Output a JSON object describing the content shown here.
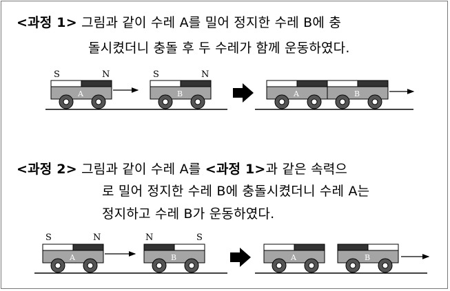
{
  "process1": {
    "label": "<과정 1>",
    "line1": "그림과 같이 수레 A를 밀어 정지한 수레 B에 충",
    "line2": "돌시켰더니 충돌 후 두 수레가 함께 운동하였다.",
    "pole_left_a": "S",
    "pole_right_a": "N",
    "pole_left_b": "S",
    "pole_right_b": "N",
    "cart_a": "A",
    "cart_b": "B"
  },
  "process2": {
    "label": "<과정 2>",
    "line1_a": "그림과 같이 수레 A를 ",
    "line1_ref": "<과정 1>",
    "line1_b": "과 같은 속력으",
    "line2": "로 밀어 정지한 수레 B에 충돌시켰더니 수레 A는",
    "line3": "정지하고 수레 B가 운동하였다.",
    "pole_left_a": "S",
    "pole_right_a": "N",
    "pole_left_b": "N",
    "pole_right_b": "S",
    "cart_a": "A",
    "cart_b": "B"
  },
  "colors": {
    "dark": "#333333",
    "body": "#a5a5a5",
    "white": "#ffffff"
  }
}
